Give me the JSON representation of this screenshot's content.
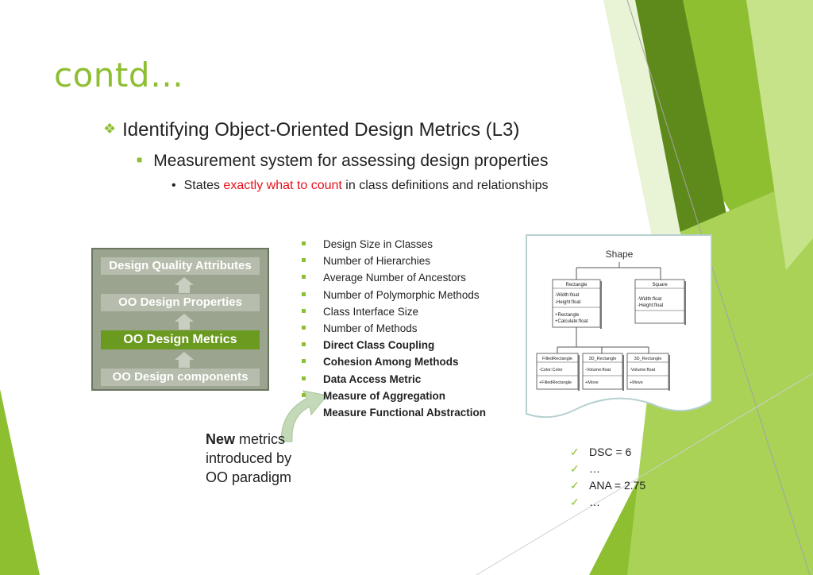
{
  "colors": {
    "accent": "#8dbf31",
    "dark_green": "#6a9a1f",
    "highlight_red": "#e8111c"
  },
  "slide": {
    "title": "contd…",
    "bullet1": "Identifying Object-Oriented Design Metrics (L3)",
    "bullet2": "Measurement system for assessing design properties",
    "bullet3_pre": "States ",
    "bullet3_highlight": "exactly what to count",
    "bullet3_post": " in class definitions and relationships"
  },
  "layers": {
    "attributes": "Design Quality Attributes",
    "properties": "OO Design Properties",
    "metrics": "OO Design Metrics",
    "components": "OO Design components"
  },
  "metrics_list": [
    {
      "label": "Design Size in Classes",
      "bold": false
    },
    {
      "label": "Number of Hierarchies",
      "bold": false
    },
    {
      "label": "Average Number of Ancestors",
      "bold": false
    },
    {
      "label": "Number of Polymorphic Methods",
      "bold": false
    },
    {
      "label": "Class Interface Size",
      "bold": false
    },
    {
      "label": "Number of Methods",
      "bold": false
    },
    {
      "label": "Direct Class Coupling",
      "bold": true
    },
    {
      "label": "Cohesion Among Methods",
      "bold": true
    },
    {
      "label": "Data Access Metric",
      "bold": true
    },
    {
      "label": "Measure of Aggregation",
      "bold": true
    },
    {
      "label": "Measure Functional Abstraction",
      "bold": true
    }
  ],
  "new_metrics": {
    "bold": "New",
    "rest": " metrics",
    "line2": "introduced by",
    "line3": "OO paradigm"
  },
  "uml": {
    "root": "Shape",
    "rectangle": {
      "name": "Rectangle",
      "attrs": [
        "-Width:float",
        "-Height:float"
      ],
      "ops": [
        "+Rectangle",
        "+Calculate:float"
      ]
    },
    "square": {
      "name": "Square",
      "attrs": [
        "-Width:float",
        "-Height:float"
      ]
    },
    "filled": {
      "name": "FilledRectangle",
      "attrs": [
        "-Color:Color"
      ],
      "ops": [
        "+FilledRectangle"
      ]
    },
    "rect3d": {
      "name": "3D_Rectangle",
      "attrs": [
        "-Volume:float"
      ],
      "ops": [
        "+Move"
      ]
    },
    "rect3d_b": {
      "name": "3D_Rectangle",
      "attrs": [
        "-Volume:float"
      ],
      "ops": [
        "+Move"
      ]
    }
  },
  "results": [
    "DSC = 6",
    "…",
    "ANA = 2.75",
    "…"
  ],
  "icons": {
    "title_bullet": "diamond-cluster-icon",
    "sub_bullet": "square-icon",
    "check": "checkmark-icon"
  }
}
